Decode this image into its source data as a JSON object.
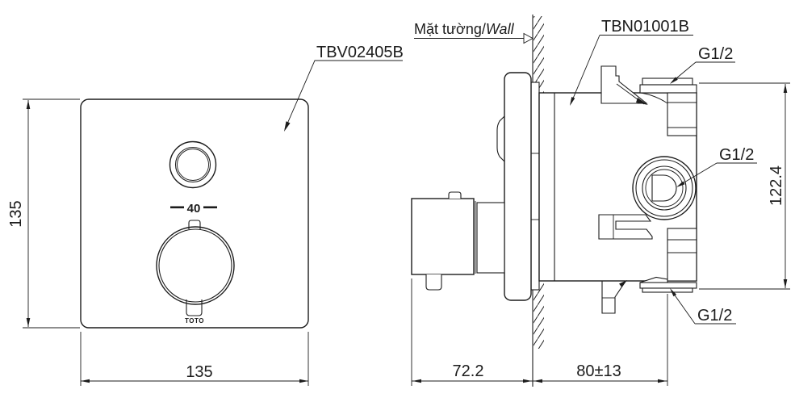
{
  "drawing_type": "installation-dimension-diagram",
  "front_view": {
    "part_label": "TBV02405B",
    "temperature_marking": "40",
    "brand_logo": "TOTO",
    "height_dim": "135",
    "width_dim": "135"
  },
  "side_view": {
    "wall_label_vi": "Mặt tường/",
    "wall_label_en": "Wall",
    "valve_part_label": "TBN01001B",
    "thread_label_top": "G1/2",
    "thread_label_middle": "G1/2",
    "thread_label_bottom": "G1/2",
    "height_dim": "122.4",
    "protrusion_dim": "72.2",
    "embed_depth_dim": "80±13"
  },
  "colors": {
    "line": "#1c1c1c",
    "background": "#ffffff"
  }
}
